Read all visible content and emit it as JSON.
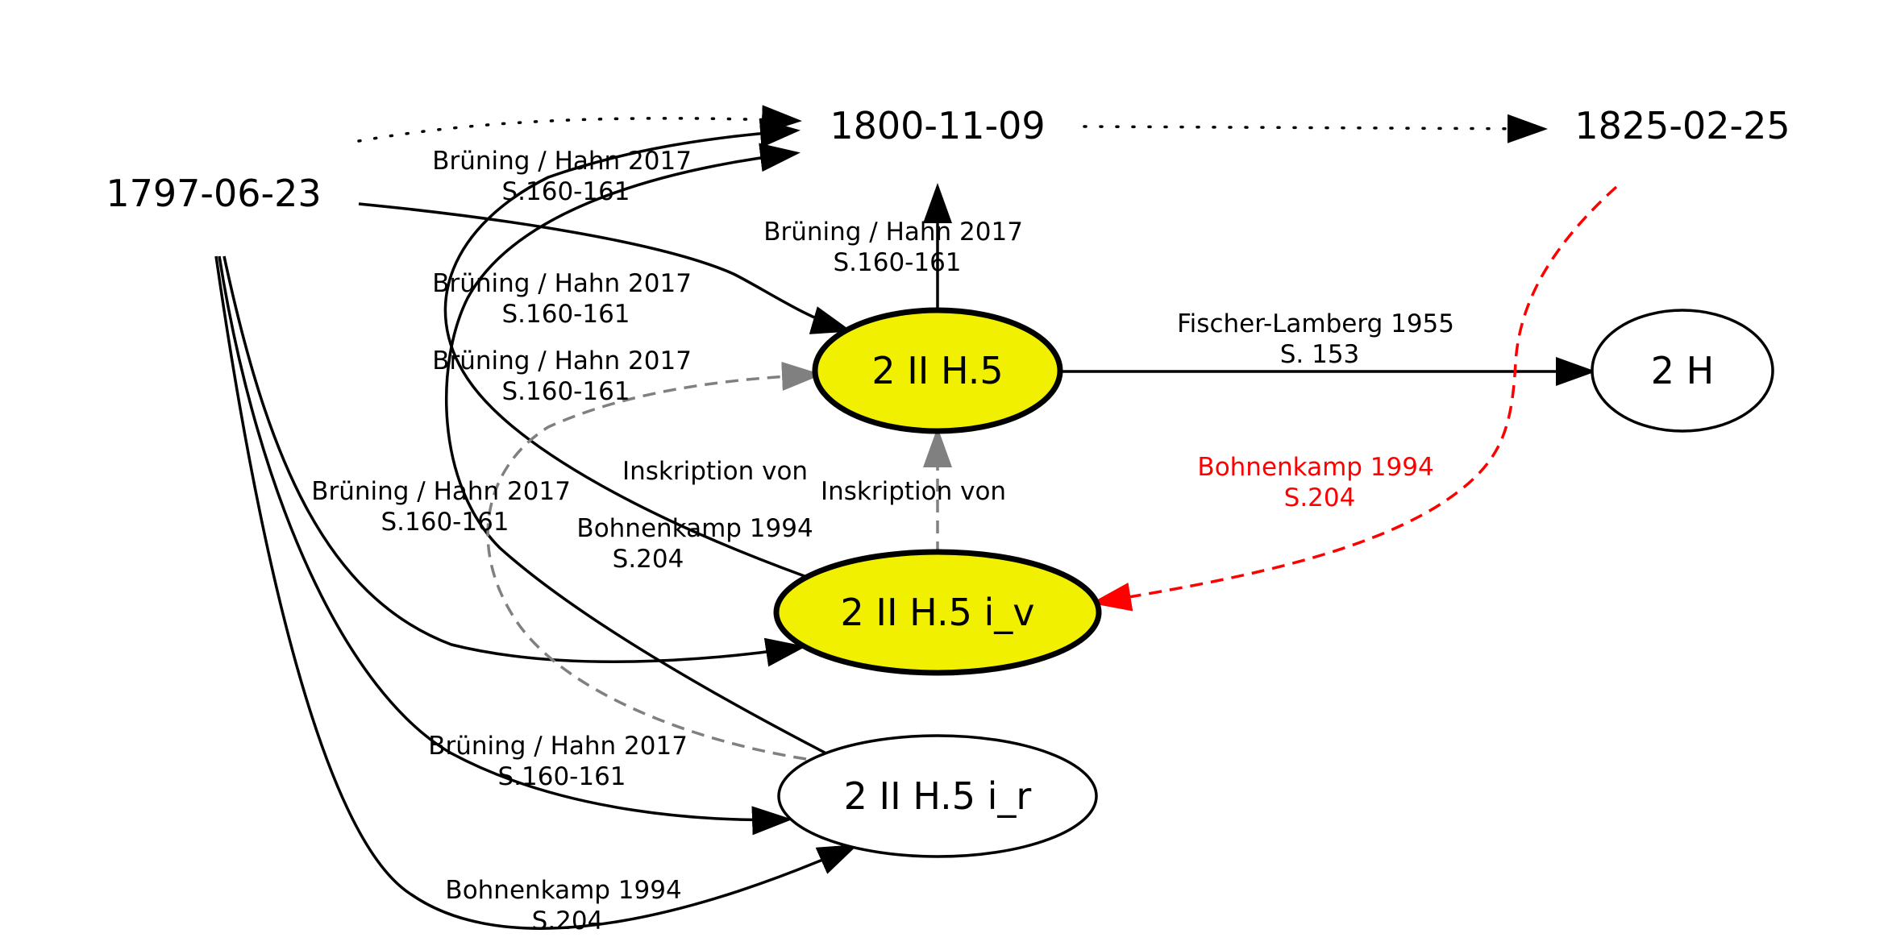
{
  "colors": {
    "highlight_fill": "#f0f000",
    "edge_black": "#000000",
    "edge_gray": "#808080",
    "edge_red": "#ff0000"
  },
  "dates": {
    "d1797": "1797-06-23",
    "d1800": "1800-11-09",
    "d1825": "1825-02-25"
  },
  "nodes": {
    "h5": "2 II H.5",
    "h5iv": "2 II H.5 i_v",
    "h5ir": "2 II H.5 i_r",
    "h2": "2 H"
  },
  "labels": {
    "bh1_line1": "Brüning / Hahn 2017",
    "bh1_line2": "S.160-161",
    "bh2_line1": "Brüning / Hahn 2017",
    "bh2_line2": "S.160-161",
    "bh3_line1": "Brüning / Hahn 2017",
    "bh3_line2": "S.160-161",
    "bh4_line1": "Brüning / Hahn 2017",
    "bh4_line2": "S.160-161",
    "bh5_line1": "Brüning / Hahn 2017",
    "bh5_line2": "S.160-161",
    "bh6_line1": "Brüning / Hahn 2017",
    "bh6_line2": "S.160-161",
    "fl_line1": "Fischer-Lamberg 1955",
    "fl_line2": "S. 153",
    "ins1": "Inskription von",
    "ins2": "Inskription von",
    "bk1_line1": "Bohnenkamp 1994",
    "bk1_line2": "S.204",
    "bk2_line1": "Bohnenkamp 1994",
    "bk2_line2": "S.204",
    "bk_red_line1": "Bohnenkamp 1994",
    "bk_red_line2": "S.204"
  }
}
